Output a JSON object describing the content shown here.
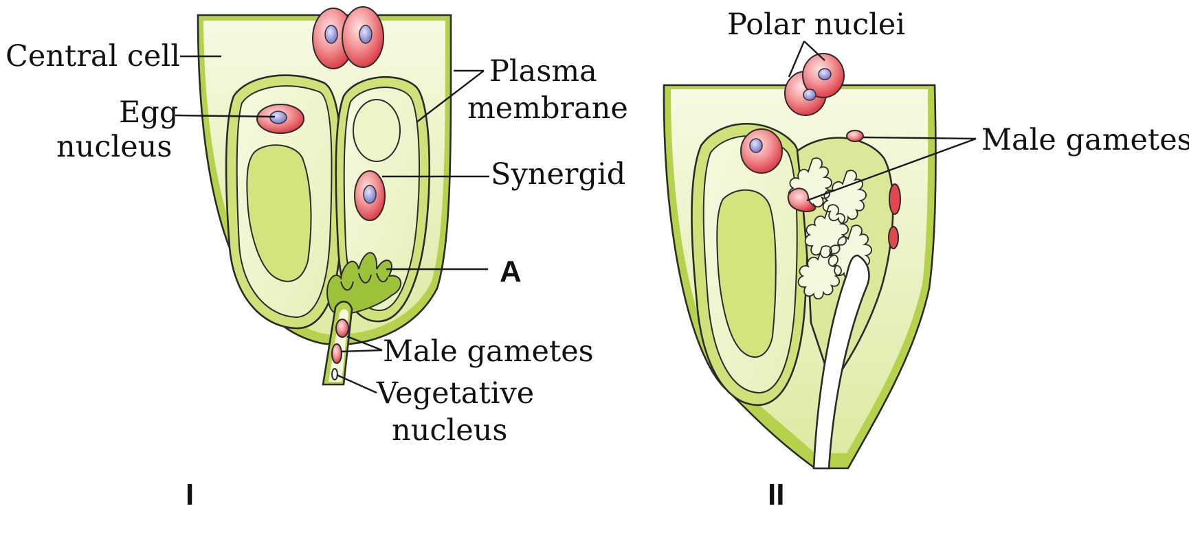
{
  "panels": [
    {
      "id": "I",
      "title": "I",
      "labels": {
        "central_cell": "Central cell",
        "egg_line1": "Egg",
        "egg_line2": "nucleus",
        "plasma_line1": "Plasma",
        "plasma_line2": "membrane",
        "synergid": "Synergid",
        "a": "A",
        "male_gametes": "Male gametes",
        "vegetative_line1": "Vegetative",
        "vegetative_line2": "nucleus"
      }
    },
    {
      "id": "II",
      "title": "II",
      "labels": {
        "polar_nuclei": "Polar nuclei",
        "male_gametes": "Male gametes"
      }
    }
  ],
  "colors": {
    "tissue_green": "#a9cc3f",
    "pale_green": "#e6efb8",
    "cell_cream": "#f3f6d4",
    "nucleus_red": "#e2474f",
    "nucleus_pink": "#f6a3a3",
    "nucleolus_blue": "#8f8fd8"
  }
}
